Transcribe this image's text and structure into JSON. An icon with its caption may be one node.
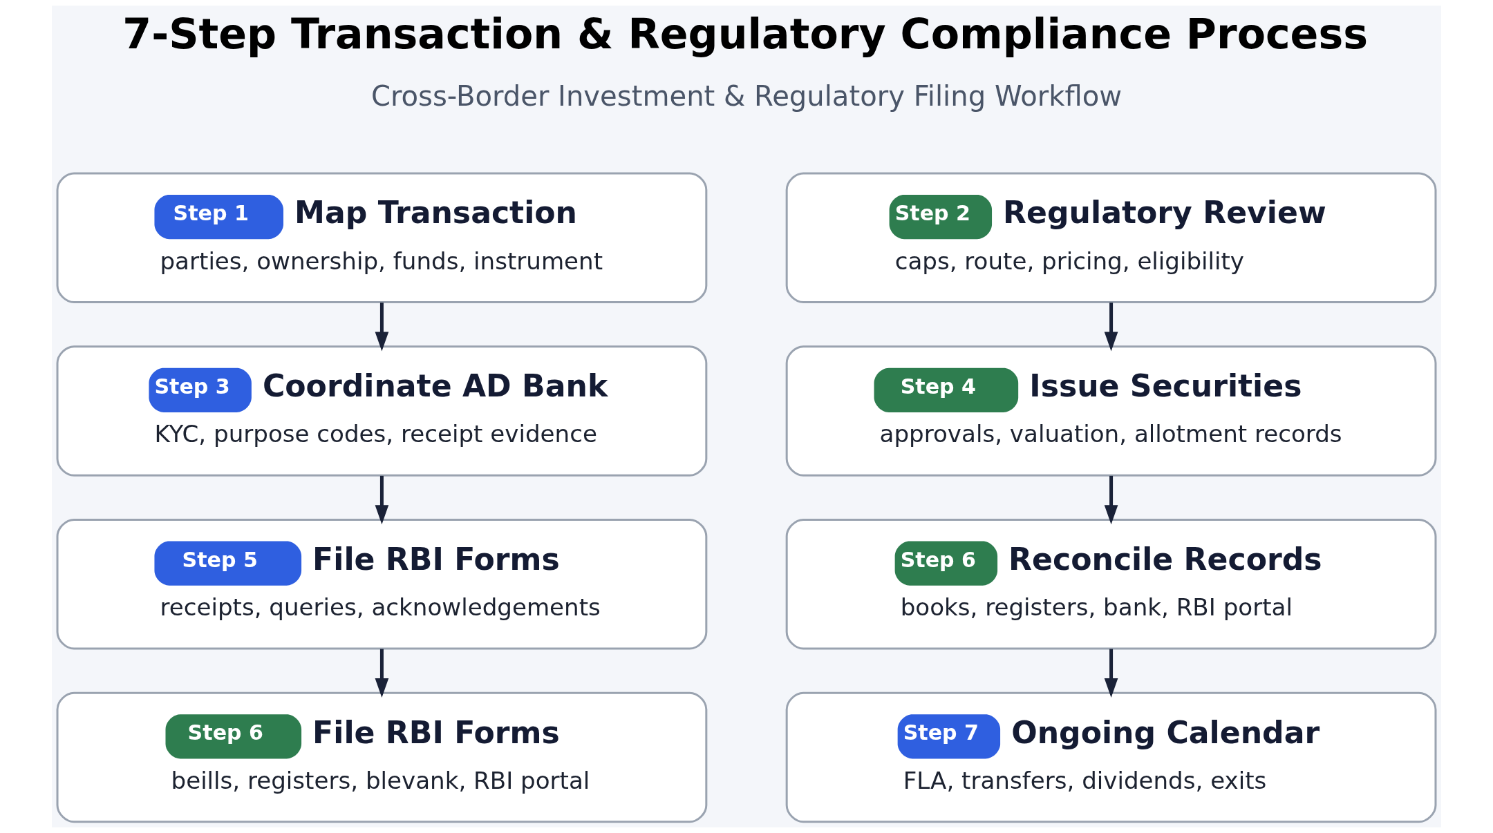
{
  "diagram": {
    "title": "7-Step Transaction & Regulatory Compliance Process",
    "nodes": [
      {
        "text": [
          "Step 1",
          "Map Transaction",
          "parties, ownership, funds, instrument"
        ]
      },
      {
        "text": [
          "Step 2",
          "Regulatory Review",
          "caps, route, pricing, eligibility"
        ]
      },
      {
        "text": [
          "Step 3",
          "Coordinate AD Bank",
          "KYC, purpose codes, receipt evidence"
        ]
      },
      {
        "text": [
          "Step 4",
          "Issue Securities",
          "approvals, valuation, allotment records"
        ]
      },
      {
        "text": [
          "Step 5",
          "File RBI Forms",
          "receipts, queries, acknowledgements"
        ]
      },
      {
        "text": [
          "Step 6",
          "Reconcile Records",
          "books, registers, bank, RBI portal"
        ]
      },
      {
        "text": [
          "Step 6",
          "File RBI Forms",
          "beills, registers, blevank, RBI portal"
        ]
      },
      {
        "text": [
          "Step 7",
          "Ongoing Calendar",
          "FLA, transfers, dividends, exits"
        ]
      }
    ],
    "edges": [
      {
        "from": 0,
        "to": 2,
        "arrow": "to"
      },
      {
        "from": 2,
        "to": 4,
        "arrow": "to"
      },
      {
        "from": 4,
        "to": 6,
        "arrow": "to"
      },
      {
        "from": 1,
        "to": 3,
        "arrow": "to"
      },
      {
        "from": 3,
        "to": 5,
        "arrow": "to"
      },
      {
        "from": 5,
        "to": 7,
        "arrow": "to"
      }
    ],
    "labels": [
      "Cross-Border Investment & Regulatory Filing Workflow"
    ]
  }
}
